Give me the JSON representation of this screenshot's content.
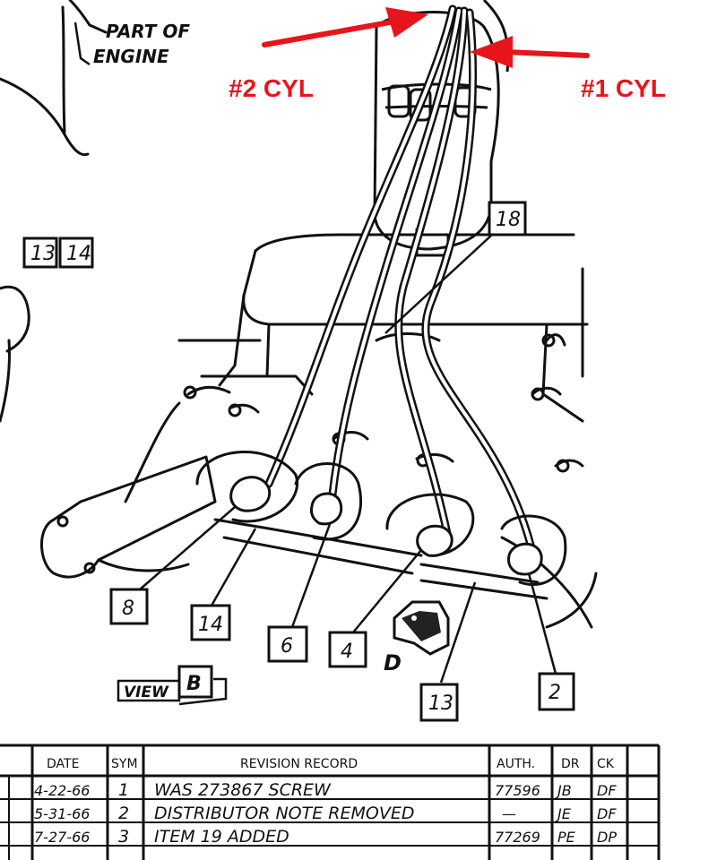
{
  "callouts": {
    "part_of_engine_line1": "PART OF",
    "part_of_engine_line2": "ENGINE",
    "cyl2": "#2 CYL",
    "cyl1": "#1 CYL",
    "view_word": "VIEW",
    "view_letter": "B",
    "detail_letter": "D",
    "red_color": "#e8141c"
  },
  "item_numbers": {
    "n13_top": "13",
    "n14_top": "14",
    "n18": "18",
    "n8": "8",
    "n14": "14",
    "n6": "6",
    "n4": "4",
    "n13": "13",
    "n2": "2"
  },
  "revision_table": {
    "headers": [
      "DATE",
      "SYM",
      "REVISION RECORD",
      "AUTH.",
      "DR",
      "CK"
    ],
    "rows": [
      {
        "date": "4-22-66",
        "sym": "1",
        "record": "WAS 273867 SCREW",
        "auth": "77596",
        "dr": "JB",
        "ck": "DF"
      },
      {
        "date": "5-31-66",
        "sym": "2",
        "record": "DISTRIBUTOR NOTE REMOVED",
        "auth": "—",
        "dr": "JE",
        "ck": "DF"
      },
      {
        "date": "7-27-66",
        "sym": "3",
        "record": "ITEM 19 ADDED",
        "auth": "77269",
        "dr": "PE",
        "ck": "DP"
      }
    ]
  }
}
